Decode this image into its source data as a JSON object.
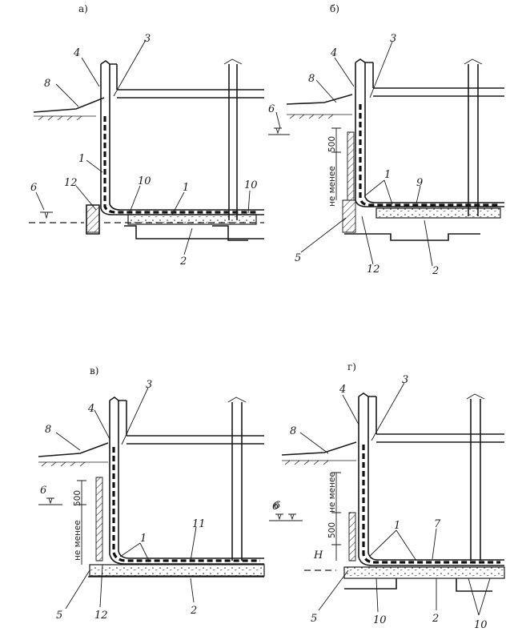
{
  "panels": [
    {
      "id": "a",
      "label": "а)",
      "callouts": [
        "8",
        "4",
        "3",
        "1",
        "12",
        "10",
        "1",
        "10",
        "2",
        "6"
      ]
    },
    {
      "id": "b",
      "label": "б)",
      "callouts": [
        "4",
        "3",
        "8",
        "6",
        "1",
        "9",
        "5",
        "12",
        "2"
      ],
      "dimension": "500",
      "min_text": "не менее"
    },
    {
      "id": "v",
      "label": "в)",
      "callouts": [
        "3",
        "8",
        "4",
        "6",
        "1",
        "11",
        "5",
        "12",
        "2",
        "6"
      ],
      "dimension": "500",
      "min_text": "не менее"
    },
    {
      "id": "g",
      "label": "г)",
      "callouts": [
        "4",
        "3",
        "8",
        "1",
        "7",
        "6",
        "5",
        "10",
        "2",
        "10"
      ],
      "dimension": "500",
      "min_text": "не менее",
      "height_label": "H"
    }
  ]
}
